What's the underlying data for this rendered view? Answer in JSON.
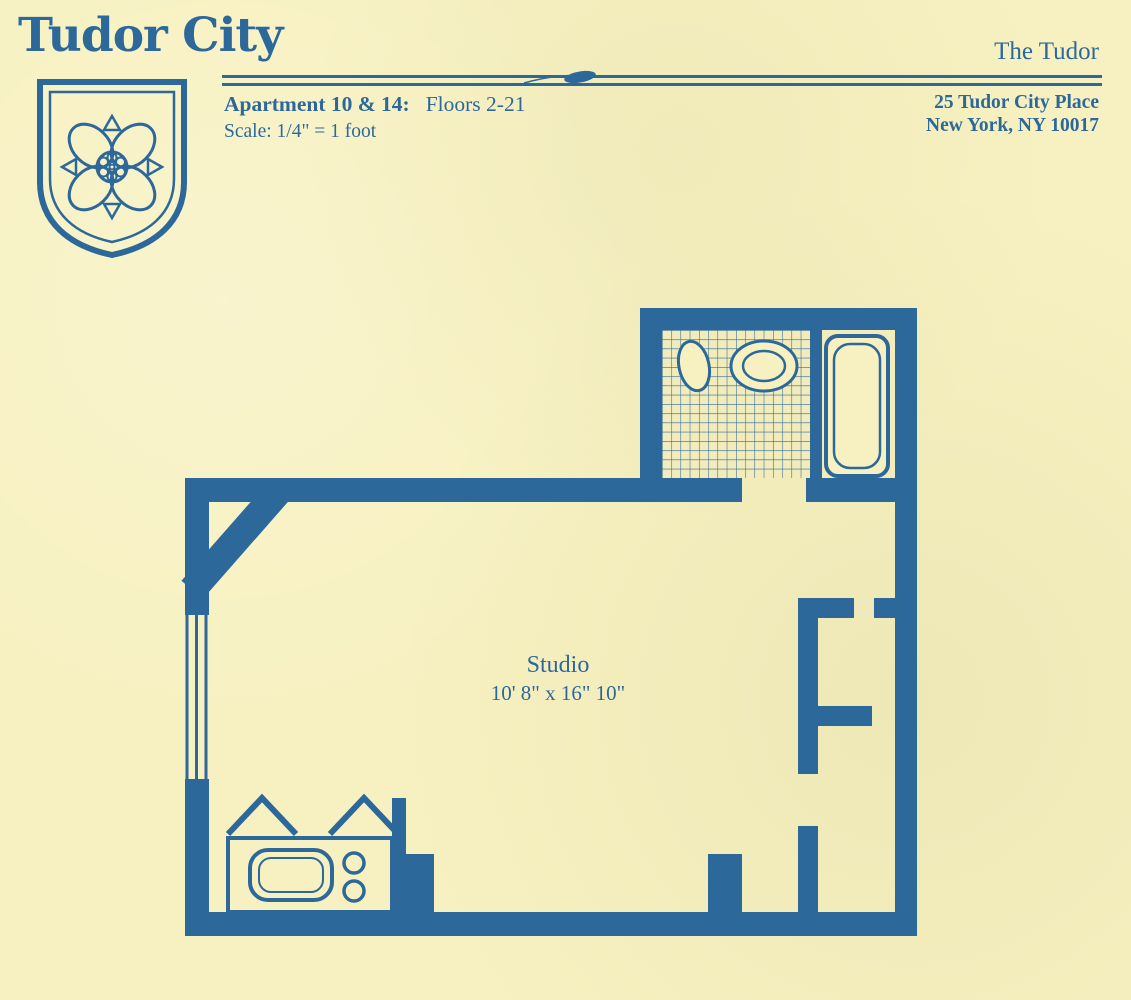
{
  "colors": {
    "paper": "#f7f1c1",
    "ink": "#2d689b"
  },
  "header": {
    "brand": "Tudor City",
    "building_name": "The Tudor",
    "address_line1": "25 Tudor City Place",
    "address_line2": "New York, NY 10017",
    "apartment_label": "Apartment 10 & 14:",
    "floors_label": "Floors 2-21",
    "scale_label": "Scale: 1/4\" = 1 foot"
  },
  "floor_plan": {
    "room_label": "Studio",
    "room_dimensions": "10' 8\" x 16\" 10\"",
    "icons": [
      "tudor-rose-shield-logo",
      "leaf-ornament-icon",
      "bathtub-icon",
      "toilet-icon",
      "bathroom-sink-icon",
      "tiled-floor",
      "window-symbol",
      "kitchen-counter",
      "kitchen-sink-icon",
      "burner-icons",
      "cabinet-chevron-symbols",
      "closets"
    ]
  }
}
